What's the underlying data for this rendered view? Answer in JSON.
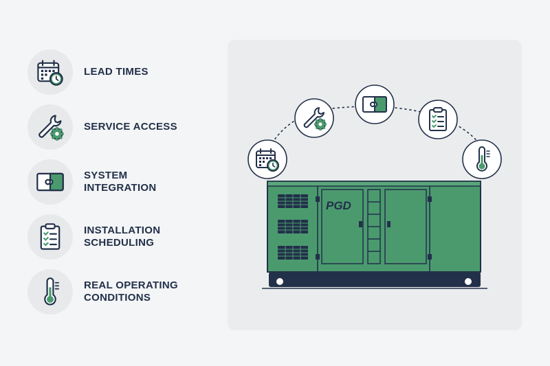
{
  "items": [
    {
      "label": "LEAD TIMES",
      "icon": "calendar-clock-icon"
    },
    {
      "label": "SERVICE ACCESS",
      "icon": "wrench-gear-icon"
    },
    {
      "label": "SYSTEM\nINTEGRATION",
      "icon": "puzzle-icon"
    },
    {
      "label": "INSTALLATION\nSCHEDULING",
      "icon": "clipboard-check-icon"
    },
    {
      "label": "REAL OPERATING\nCONDITIONS",
      "icon": "thermometer-icon"
    }
  ],
  "generator": {
    "brand": "PGD"
  },
  "colors": {
    "navy": "#22304a",
    "green": "#4b9a6e",
    "light_green": "#5aa77b",
    "bg": "#f4f5f6",
    "panel": "#ebeced"
  }
}
